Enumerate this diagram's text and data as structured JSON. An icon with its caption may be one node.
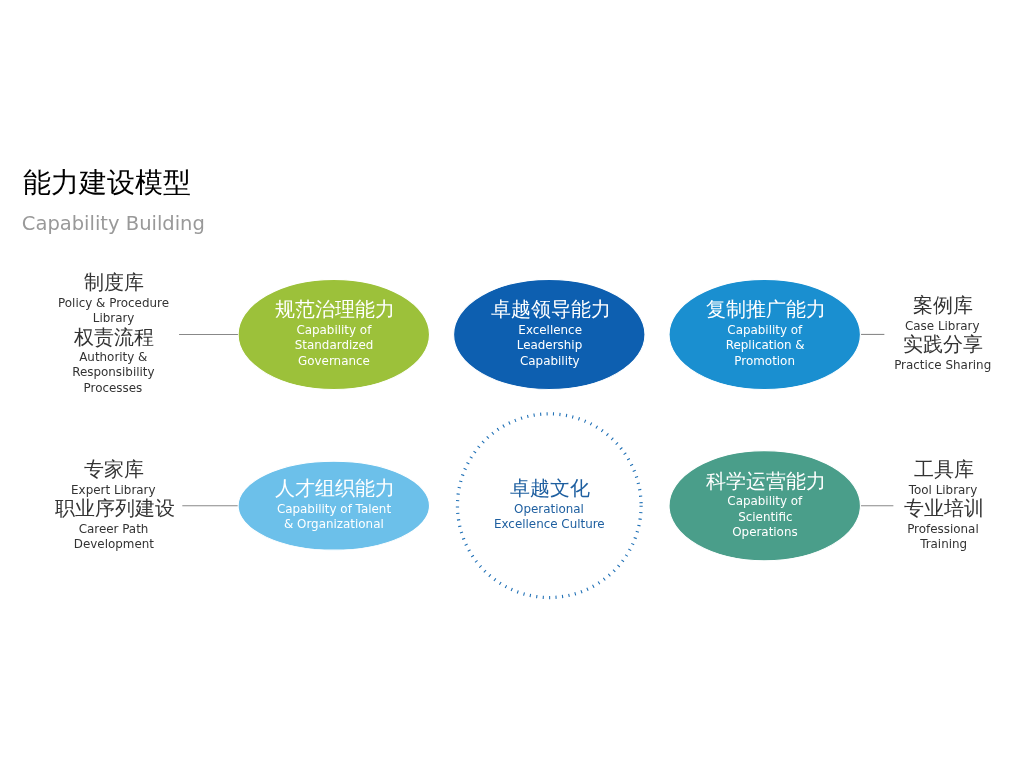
{
  "diagram": {
    "title": "能力建设模型",
    "nodes": [
      {
        "text": [
          "卓越文化",
          "Operational Excellence Culture"
        ]
      },
      {
        "text": [
          "卓越领导能力",
          "Excellence Leadership Capability"
        ]
      },
      {
        "text": [
          "规范治理能力",
          "Capability of Standardized Governance"
        ]
      },
      {
        "text": [
          "复制推广能力",
          "Capability of Replication & Promotion"
        ]
      },
      {
        "text": [
          "科学运营能力",
          "Capability of Scientific Operations"
        ]
      },
      {
        "text": [
          "人才组织能力",
          "Capability of Talent & Organizational"
        ]
      },
      {
        "text": [
          "制度库",
          "Policy & Procedure Library",
          "权责流程",
          "Authority & Responsibility Processes"
        ]
      },
      {
        "text": [
          "案例库",
          "Case Library",
          "实践分享",
          "Practice Sharing"
        ]
      },
      {
        "text": [
          "专家库",
          "Expert Library",
          "职业序列建设",
          "Career Path Development"
        ]
      },
      {
        "text": [
          "工具库",
          "Tool Library",
          "专业培训",
          "Professional Training"
        ]
      }
    ],
    "edges": [
      {
        "from": 6,
        "to": 2,
        "arrow": "none"
      },
      {
        "from": 3,
        "to": 7,
        "arrow": "none"
      },
      {
        "from": 8,
        "to": 5,
        "arrow": "none"
      },
      {
        "from": 4,
        "to": 9,
        "arrow": "none"
      }
    ],
    "labels": [
      "Capability Building"
    ]
  }
}
